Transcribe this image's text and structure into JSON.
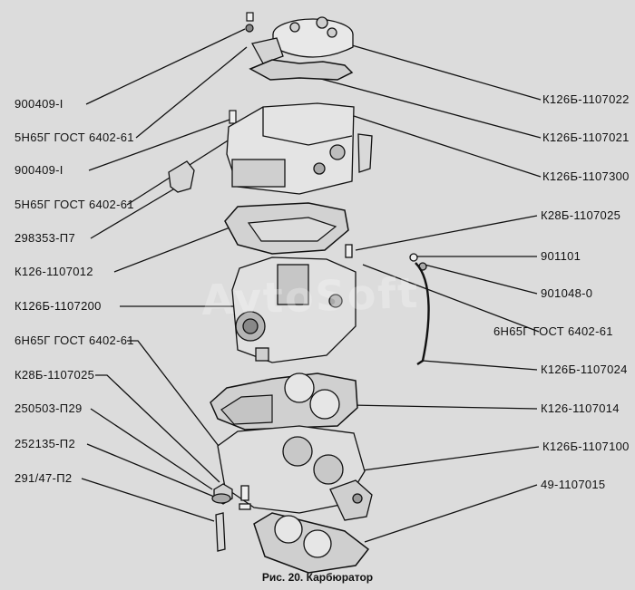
{
  "labels": {
    "l_900409_1_a": "900409-I",
    "l_5n65g_a": "5Н65Г ГОСТ 6402-61",
    "l_900409_1_b": "900409-I",
    "l_5n65g_b": "5Н65Г ГОСТ 6402-61",
    "l_298353": "298353-П7",
    "l_k126_1107012": "К126-1107012",
    "l_k126b_1107200": "К126Б-1107200",
    "l_6n65g_a": "6Н65Г ГОСТ 6402-61",
    "l_k28b_1107025_l": "К28Б-1107025",
    "l_250503": "250503-П29",
    "l_252135": "252135-П2",
    "l_291_47": "291/47-П2",
    "r_k126b_1107022": "К126Б-1107022",
    "r_k126b_1107021": "К126Б-1107021",
    "r_k126b_1107300": "К126Б-1107300",
    "r_k28b_1107025": "К28Б-1107025",
    "r_901101": "901101",
    "r_901048": "901048-0",
    "r_6n65g": "6Н65Г ГОСТ 6402-61",
    "r_k126b_1107024": "К126Б-1107024",
    "r_k126_1107014": "К126-1107014",
    "r_k126b_1107100": "К126Б-1107100",
    "r_49_1107015": "49-1107015"
  },
  "caption": "Рис. 20. Карбюратор",
  "watermark": "AvtoSoft"
}
